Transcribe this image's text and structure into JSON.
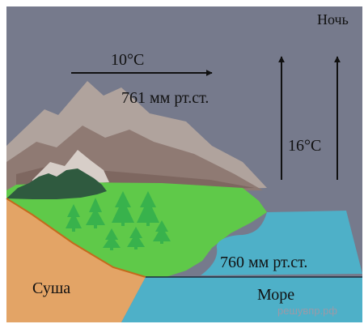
{
  "labels": {
    "night": "Ночь",
    "top_temp": "10°C",
    "top_pressure": "761 мм рт.ст.",
    "sea_temp": "16°C",
    "sea_pressure": "760 мм рт.ст.",
    "land": "Суша",
    "sea": "Море"
  },
  "watermark": "решувпр.рф",
  "colors": {
    "sky": "#767a8c",
    "land_soil": "#e3a466",
    "grass": "#5fc949",
    "sea": "#4eb0c8",
    "mountain_brown": "#7e6760",
    "mountain_light": "#b0a39d",
    "tree": "#38b24c",
    "arrow": "#111111"
  }
}
